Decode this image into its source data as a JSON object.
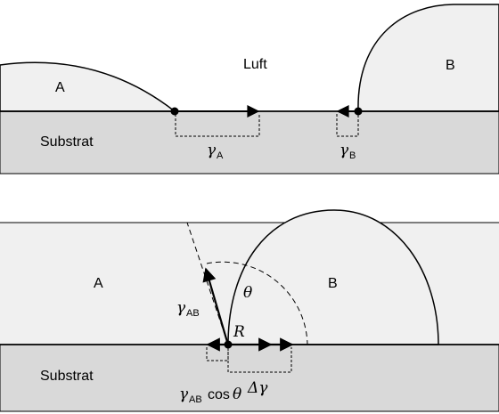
{
  "top": {
    "phase_a": "A",
    "phase_b": "B",
    "air": "Luft",
    "substrate": "Substrat",
    "gamma_a_symbol": "γ",
    "gamma_a_sub": "A",
    "gamma_b_symbol": "γ",
    "gamma_b_sub": "B"
  },
  "bottom": {
    "phase_a": "A",
    "phase_b": "B",
    "substrate": "Substrat",
    "theta": "θ",
    "point_r": "R",
    "gamma_ab_symbol": "γ",
    "gamma_ab_sub": "AB",
    "gamma_ab_cos_symbol": "γ",
    "gamma_ab_cos_sub": "AB",
    "cos_text": "cos",
    "cos_theta": "θ",
    "delta_gamma": "Δγ"
  },
  "colors": {
    "substrate_fill": "#d9d9d9",
    "phase_fill": "#f0f0f0",
    "stroke": "#000000"
  }
}
